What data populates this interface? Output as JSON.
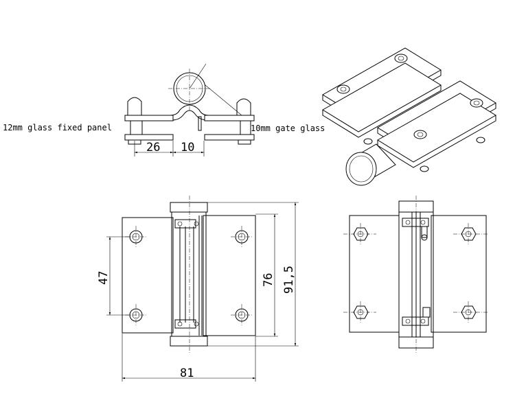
{
  "labels": {
    "fixed_panel": "12mm glass fixed panel",
    "gate_glass": "10mm gate glass"
  },
  "dimensions": {
    "d26": "26",
    "d10": "10",
    "d47": "47",
    "d76": "76",
    "d915": "91,5",
    "d81": "81"
  }
}
